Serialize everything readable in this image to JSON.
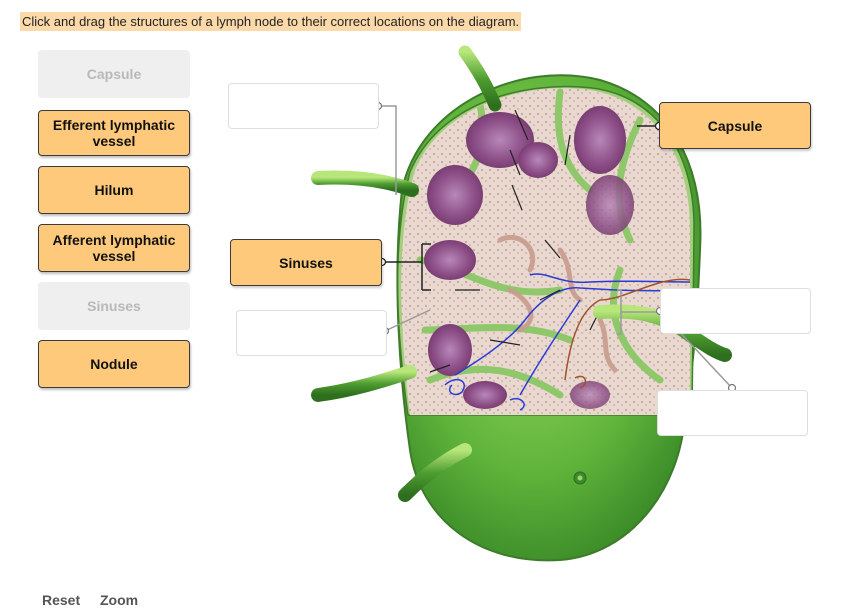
{
  "instruction": "Click and drag the structures of a lymph node to their correct locations on the diagram.",
  "bank": [
    {
      "label": "Capsule",
      "state": "used"
    },
    {
      "label": "Efferent lymphatic vessel",
      "state": "active"
    },
    {
      "label": "Hilum",
      "state": "active"
    },
    {
      "label": "Afferent lymphatic vessel",
      "state": "active"
    },
    {
      "label": "Sinuses",
      "state": "used"
    },
    {
      "label": "Nodule",
      "state": "active"
    }
  ],
  "placed": {
    "capsule": "Capsule",
    "sinuses": "Sinuses"
  },
  "footer": {
    "reset": "Reset",
    "zoom": "Zoom"
  },
  "colors": {
    "chip_fill": "#fec97a",
    "highlight": "#fcd9a8",
    "capsule_green": "#8cc63f",
    "nodule_purple": "#9b5f94"
  }
}
